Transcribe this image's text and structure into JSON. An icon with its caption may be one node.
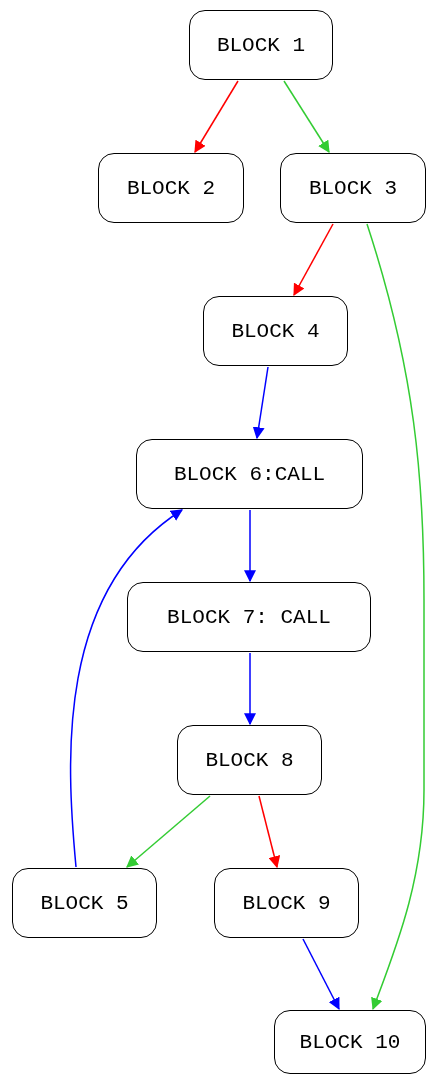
{
  "diagram": {
    "nodes": [
      {
        "text": [
          "BLOCK 1"
        ]
      },
      {
        "text": [
          "BLOCK 2"
        ]
      },
      {
        "text": [
          "BLOCK 3"
        ]
      },
      {
        "text": [
          "BLOCK 4"
        ]
      },
      {
        "text": [
          "BLOCK 6:CALL"
        ]
      },
      {
        "text": [
          "BLOCK 7: CALL"
        ]
      },
      {
        "text": [
          "BLOCK 8"
        ]
      },
      {
        "text": [
          "BLOCK 5"
        ]
      },
      {
        "text": [
          "BLOCK 9"
        ]
      },
      {
        "text": [
          "BLOCK 10"
        ]
      }
    ],
    "edges": [
      {
        "from": 0,
        "to": 1,
        "arrow": "to",
        "color": "#ff0000"
      },
      {
        "from": 0,
        "to": 2,
        "arrow": "to",
        "color": "#33cc33"
      },
      {
        "from": 2,
        "to": 3,
        "arrow": "to",
        "color": "#ff0000"
      },
      {
        "from": 2,
        "to": 9,
        "arrow": "to",
        "color": "#33cc33"
      },
      {
        "from": 3,
        "to": 4,
        "arrow": "to"
      },
      {
        "from": 4,
        "to": 5,
        "arrow": "to"
      },
      {
        "from": 5,
        "to": 6,
        "arrow": "to"
      },
      {
        "from": 6,
        "to": 7,
        "arrow": "to",
        "color": "#33cc33"
      },
      {
        "from": 6,
        "to": 8,
        "arrow": "to",
        "color": "#ff0000"
      },
      {
        "from": 7,
        "to": 4,
        "arrow": "to"
      },
      {
        "from": 8,
        "to": 9,
        "arrow": "to"
      }
    ]
  }
}
